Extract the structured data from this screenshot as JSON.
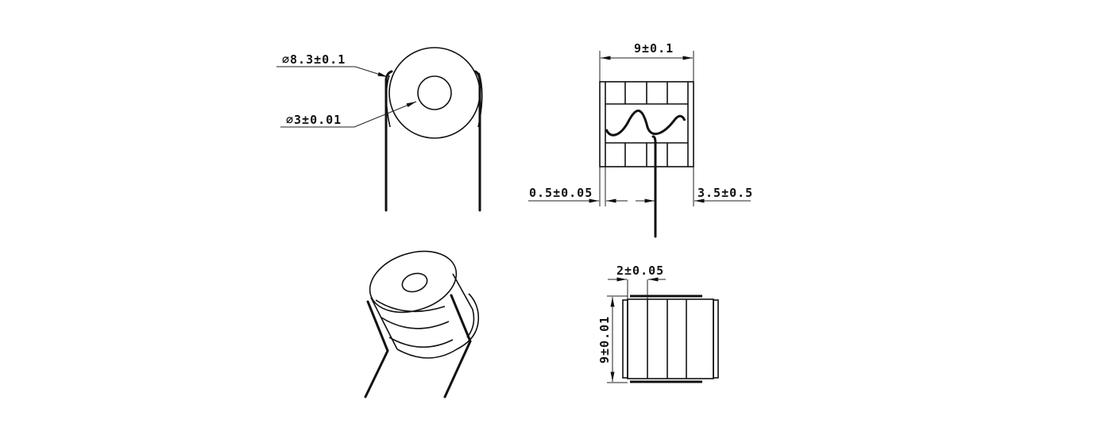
{
  "front_view": {
    "outer_diameter": "⌀8.3±0.1",
    "inner_diameter": "⌀3±0.01"
  },
  "side_view": {
    "width": "9±0.1",
    "end_cap": "0.5±0.05",
    "lead_offset": "3.5±0.5"
  },
  "top_view": {
    "segment_width": "2±0.05",
    "height": "9±0.01"
  }
}
